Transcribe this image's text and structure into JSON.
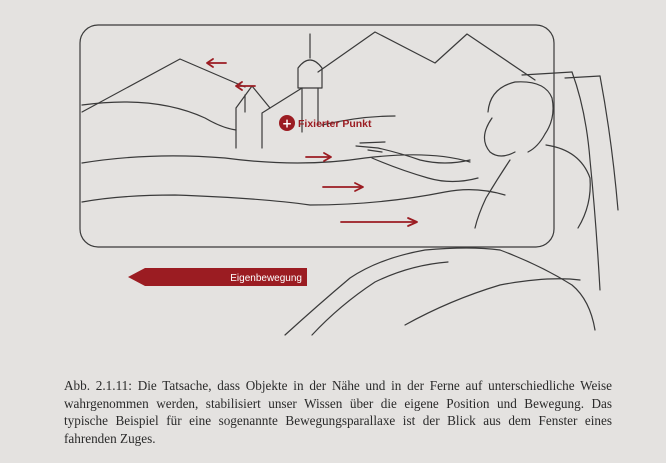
{
  "figure": {
    "fixed_point_label": "Fixierter Punkt",
    "fixed_point_symbol": "+",
    "self_motion_label": "Eigenbewegung",
    "accent_color": "#9b1c22",
    "line_color": "#3a3a3a",
    "background_color": "#e4e2e0"
  },
  "caption": {
    "text": "Abb. 2.1.11: Die Tatsache, dass Objekte in der Nähe und in der Ferne auf unterschiedliche Weise wahrgenommen werden, stabilisiert unser Wissen über die eigene Position und Bewegung. Das typische Beispiel für eine sogenannte Bewegungsparallaxe ist der Blick aus dem Fenster eines fahrenden Zuges."
  }
}
